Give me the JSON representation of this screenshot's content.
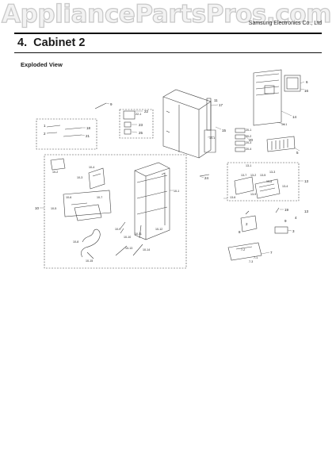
{
  "watermark": "AppliancePartsPros.com",
  "header": {
    "brand_text": "Samsung Electronics Co., Ltd"
  },
  "section": {
    "number": "4.",
    "title": "Cabinet 2"
  },
  "view_label": "Exploded View",
  "callouts": {
    "top_right": [
      "6",
      "16",
      "14",
      "14-1",
      "12",
      "13",
      "19",
      "3",
      "9",
      "4",
      "8",
      "2",
      "7",
      "7-1",
      "7-2",
      "7-3",
      "1",
      "5"
    ],
    "top_center": [
      "17",
      "11",
      "15",
      "10-1",
      "22",
      "22-1",
      "23",
      "25",
      "20",
      "20-1",
      "20-2",
      "20-3",
      "20-4"
    ],
    "left_box": [
      "1",
      "2",
      "18",
      "21",
      "9"
    ],
    "main_box": [
      "10",
      "10-1",
      "10-2",
      "10-3",
      "10-4",
      "10-5",
      "10-6",
      "10-7",
      "10-8",
      "10-9",
      "10-10",
      "10-11",
      "10-12",
      "10-13",
      "10-14",
      "10-15",
      "24"
    ],
    "right_box": [
      "13-1",
      "13-2",
      "13-3",
      "13-4",
      "13-5",
      "13-6",
      "13-7",
      "13-8",
      "13-9",
      "13"
    ]
  }
}
